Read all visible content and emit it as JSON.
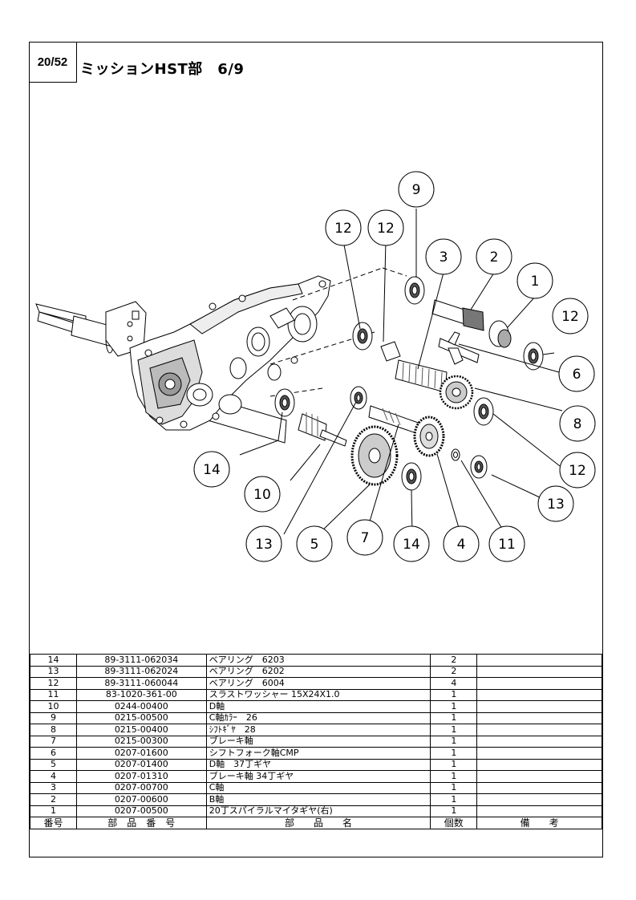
{
  "page": {
    "number": "20/52",
    "title": "ミッションHST部　6/9"
  },
  "callouts": [
    {
      "label": "12"
    },
    {
      "label": "12"
    },
    {
      "label": "9"
    },
    {
      "label": "3"
    },
    {
      "label": "2"
    },
    {
      "label": "1"
    },
    {
      "label": "12"
    },
    {
      "label": "6"
    },
    {
      "label": "8"
    },
    {
      "label": "12"
    },
    {
      "label": "13"
    },
    {
      "label": "14"
    },
    {
      "label": "10"
    },
    {
      "label": "13"
    },
    {
      "label": "5"
    },
    {
      "label": "7"
    },
    {
      "label": "14"
    },
    {
      "label": "4"
    },
    {
      "label": "11"
    }
  ],
  "table": {
    "headers": [
      "番号",
      "部　品　番　号",
      "部　　品　　名",
      "個数",
      "備　　考"
    ],
    "rows": [
      {
        "no": "14",
        "part": "89-3111-062034",
        "name": "ベアリング　6203",
        "qty": "2",
        "note": ""
      },
      {
        "no": "13",
        "part": "89-3111-062024",
        "name": "ベアリング　6202",
        "qty": "2",
        "note": ""
      },
      {
        "no": "12",
        "part": "89-3111-060044",
        "name": "ベアリング　6004",
        "qty": "4",
        "note": ""
      },
      {
        "no": "11",
        "part": "83-1020-361-00",
        "name": "スラストワッシャー 15X24X1.0",
        "qty": "1",
        "note": ""
      },
      {
        "no": "10",
        "part": "0244-00400",
        "name": "D軸",
        "qty": "1",
        "note": ""
      },
      {
        "no": "9",
        "part": "0215-00500",
        "name": "C軸ｶﾗｰ　26",
        "qty": "1",
        "note": ""
      },
      {
        "no": "8",
        "part": "0215-00400",
        "name": "ｼﾌﾄｷﾞﾔ　28",
        "qty": "1",
        "note": ""
      },
      {
        "no": "7",
        "part": "0215-00300",
        "name": "ブレーキ軸",
        "qty": "1",
        "note": ""
      },
      {
        "no": "6",
        "part": "0207-01600",
        "name": "シフトフォーク軸CMP",
        "qty": "1",
        "note": ""
      },
      {
        "no": "5",
        "part": "0207-01400",
        "name": "D軸　37丁ギヤ",
        "qty": "1",
        "note": ""
      },
      {
        "no": "4",
        "part": "0207-01310",
        "name": "ブレーキ軸 34丁ギヤ",
        "qty": "1",
        "note": ""
      },
      {
        "no": "3",
        "part": "0207-00700",
        "name": "C軸",
        "qty": "1",
        "note": ""
      },
      {
        "no": "2",
        "part": "0207-00600",
        "name": "B軸",
        "qty": "1",
        "note": ""
      },
      {
        "no": "1",
        "part": "0207-00500",
        "name": "20丁スパイラルマイタギヤ(右)",
        "qty": "1",
        "note": ""
      }
    ]
  }
}
